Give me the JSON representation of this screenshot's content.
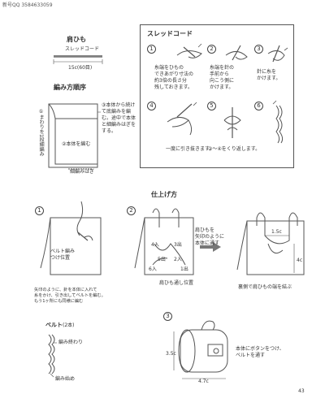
{
  "watermark_top": "新号QQ 3584633059",
  "strap": {
    "title": "肩ひも",
    "cord_label": "スレッドコード",
    "length_label": "15c(60目)"
  },
  "order": {
    "title": "編み方順序",
    "left_note": "①まわりを1段細編み",
    "step2": "②本体を編む",
    "step3": "③本体から続けて底編みを編む。途中で本体と細編みはぎをする。",
    "bottom_note": "細編みはぎ"
  },
  "thread_cord": {
    "title": "スレッドコード",
    "steps": [
      {
        "num": "1",
        "text": "糸端をひもの\nできあがり寸法の\n約3倍の長さ分\n残しておきます。"
      },
      {
        "num": "2",
        "text": "糸端を針の\n手前から\n向こう側に\nかけます。"
      },
      {
        "num": "3",
        "text": "針に糸を\nかけます。"
      },
      {
        "num": "4",
        "text": "一度に引き抜きます。"
      },
      {
        "num": "5",
        "text": "②〜④をくり返します。"
      },
      {
        "num": "6",
        "text": ""
      }
    ]
  },
  "finish": {
    "title": "仕上げ方",
    "step1_num": "1",
    "step1_label": "ベルト編みつけ位置",
    "step1_note": "矢印のように、針を本体に入れて\n糸をかけ、引き出してベルトを編む。\nもう1ヶ所にも同様に編む",
    "step2_num": "2",
    "step2_points": [
      "4入",
      "3出",
      "5出",
      "2入",
      "6入",
      "1出"
    ],
    "step2_strap_note": "肩ひもを\n矢印のように\n本体に通す",
    "step2_bottom": "肩ひも通し位置",
    "step2_right_measure": "1.5c",
    "step2_right_measure2": "4c",
    "step2_right_note": "裏側で肩ひもの端を結ぶ"
  },
  "belt": {
    "title": "ベルト",
    "count": "(2本)",
    "end_label": "編み終わり",
    "start_label": "編み始め"
  },
  "step3": {
    "num": "3",
    "height": "3.5c",
    "width": "4.7c",
    "note": "本体にボタンをつけ、\nベルトを通す"
  },
  "page_number": "43"
}
